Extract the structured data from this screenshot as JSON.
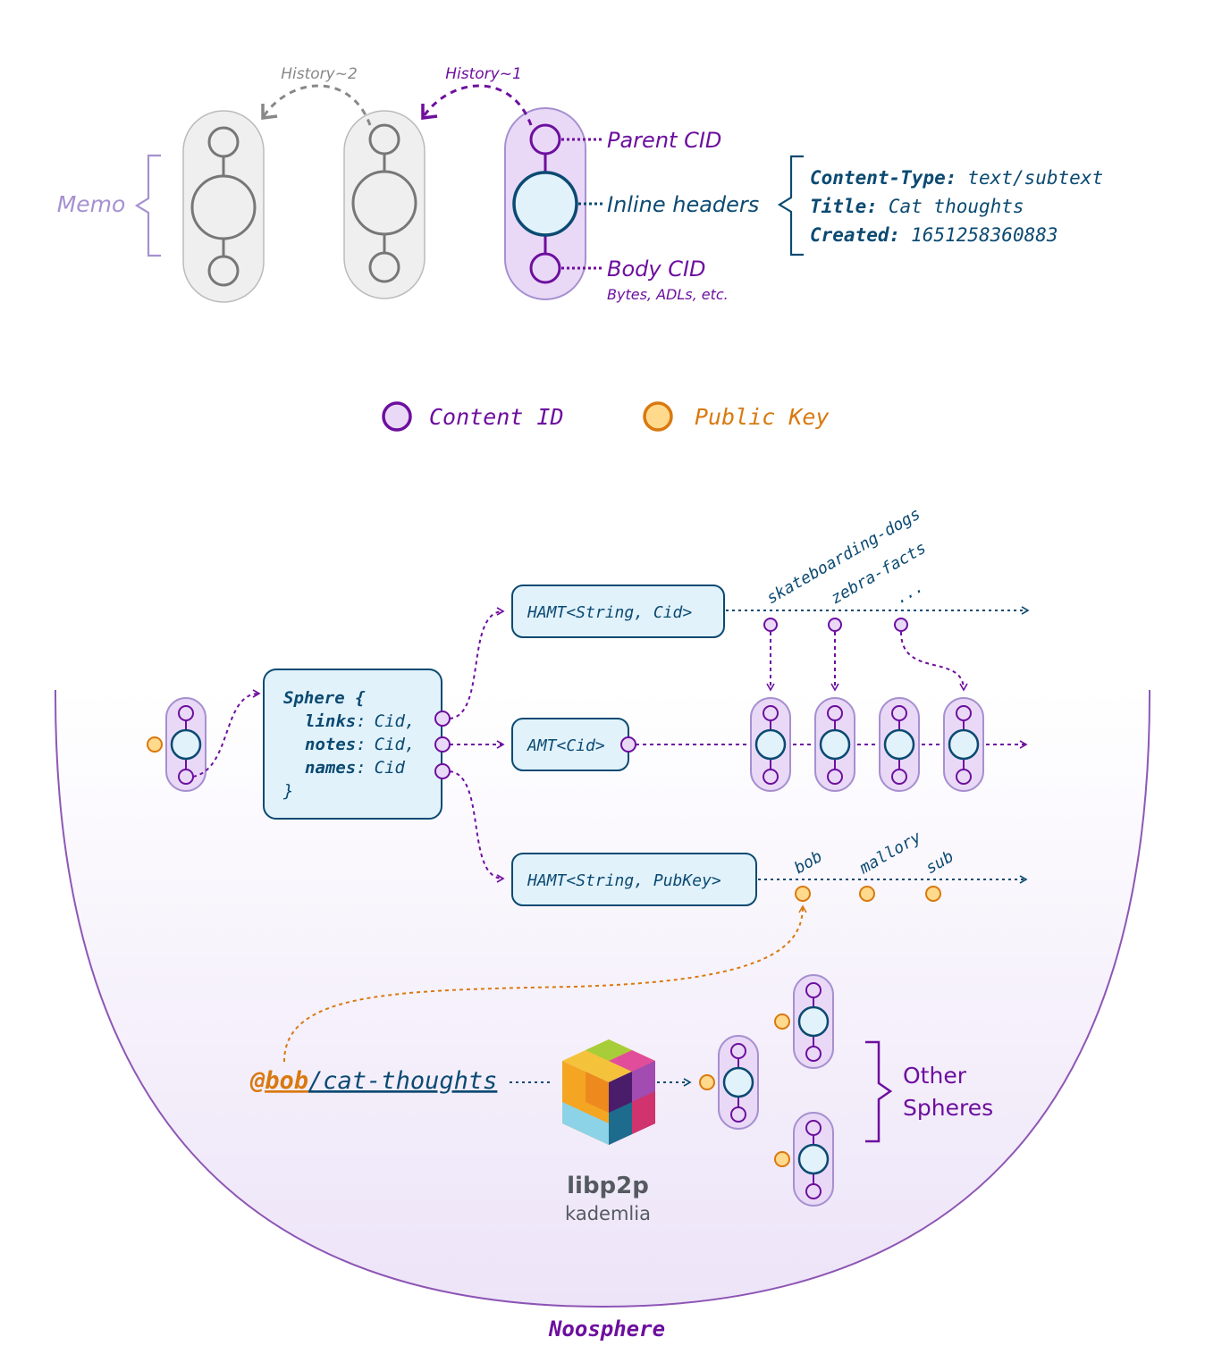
{
  "colors": {
    "purple": "#6d0f9e",
    "purple_light": "#e9d9f7",
    "purple_soft": "#a690d0",
    "navy": "#0b4a72",
    "cyan_fill": "#e1f2fb",
    "orange": "#d9790f",
    "orange_fill": "#ffd98c",
    "gray": "#777777",
    "gray_fill": "#efefef"
  },
  "memo": {
    "brace_label": "Memo",
    "history_2": "History~2",
    "history_1": "History~1",
    "parent_cid": "Parent CID",
    "inline_headers": "Inline headers",
    "body_cid": "Body CID",
    "body_sub": "Bytes, ADLs, etc.",
    "headers": [
      {
        "key": "Content-Type:",
        "value": "text/subtext"
      },
      {
        "key": "Title:",
        "value": "Cat thoughts"
      },
      {
        "key": "Created:",
        "value": "1651258360883"
      }
    ]
  },
  "legend": {
    "content_id": "Content ID",
    "public_key": "Public Key"
  },
  "sphere": {
    "title": "Sphere {",
    "fields": [
      {
        "name": "links",
        "sep": ":",
        "type": "Cid,"
      },
      {
        "name": "notes",
        "sep": ":",
        "type": "Cid,"
      },
      {
        "name": "names",
        "sep": ":",
        "type": "Cid"
      }
    ],
    "close": "}"
  },
  "hamt_links": {
    "label": "HAMT<String, Cid>",
    "keys": [
      "skateboarding-dogs",
      "zebra-facts",
      "..."
    ]
  },
  "amt": {
    "label": "AMT<Cid>"
  },
  "hamt_names": {
    "label": "HAMT<String, PubKey>",
    "keys": [
      "bob",
      "mallory",
      "sub"
    ]
  },
  "address": {
    "handle": "@bob",
    "path": "/cat-thoughts"
  },
  "libp2p": {
    "name": "libp2p",
    "sub": "kademlia"
  },
  "other_spheres": [
    "Other",
    "Spheres"
  ],
  "noosphere": "Noosphere"
}
